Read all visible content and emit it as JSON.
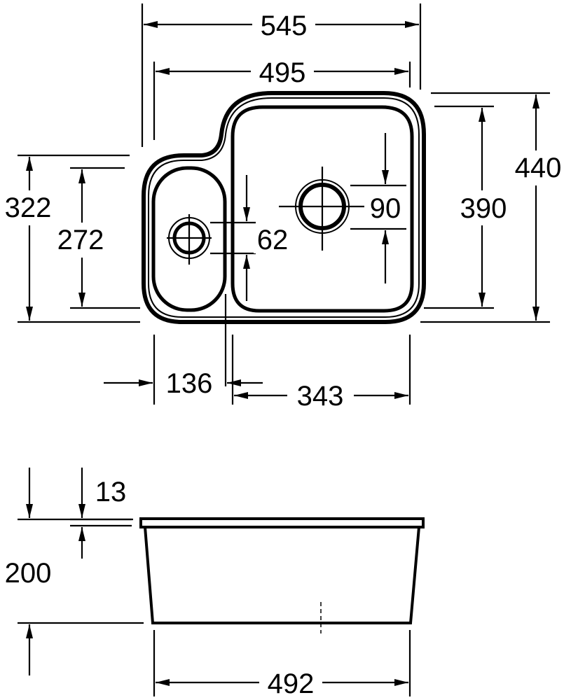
{
  "drawing": {
    "plan_view": {
      "overall_width": "545",
      "inner_width": "495",
      "overall_depth": "440",
      "large_bowl_depth": "390",
      "small_bowl_outer_depth": "322",
      "small_bowl_depth": "272",
      "small_waste_diameter": "62",
      "large_waste_diameter": "90",
      "small_bowl_width": "136",
      "large_bowl_width": "343"
    },
    "side_view": {
      "rim_thickness": "13",
      "bowl_height": "200",
      "base_width": "492"
    }
  }
}
